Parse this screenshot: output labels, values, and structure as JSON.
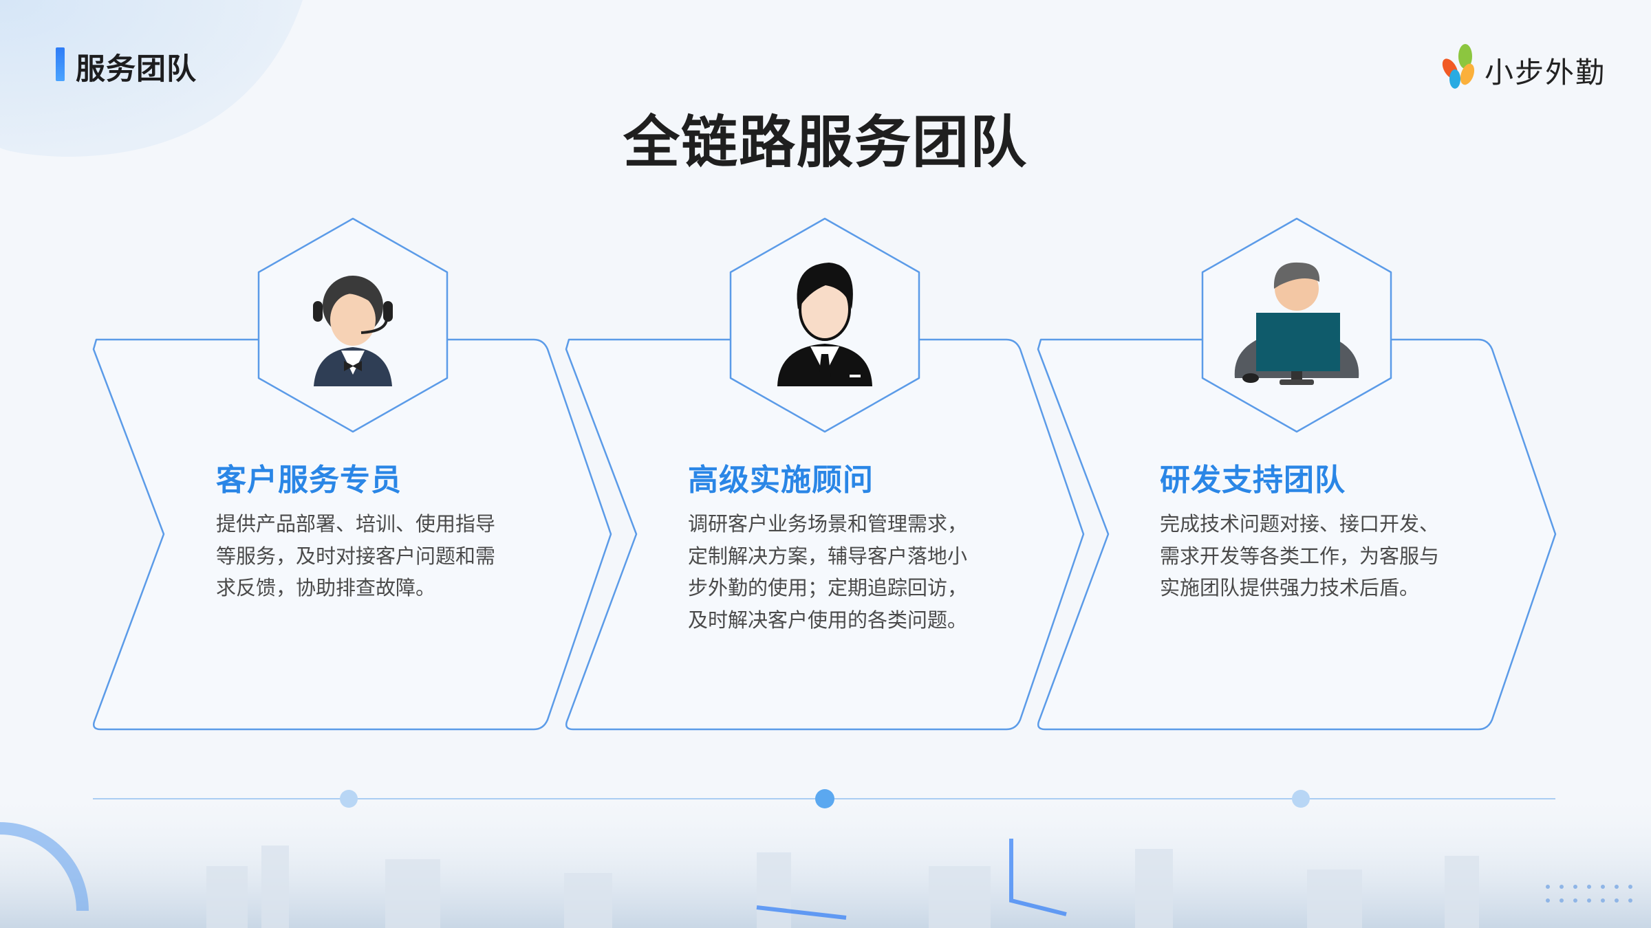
{
  "section_title": "服务团队",
  "logo": {
    "text": "小步外勤"
  },
  "main_title": "全链路服务团队",
  "colors": {
    "accent": "#2a86e6",
    "card_stroke": "#5b9be8",
    "timeline": "#a9cdf3"
  },
  "cards": [
    {
      "icon": "customer-service-agent-icon",
      "title": "客户服务专员",
      "lines": [
        "提供产品部署、培训、使用指导",
        "等服务，及时对接客户问题和需",
        "求反馈，协助排查故障。"
      ]
    },
    {
      "icon": "consultant-icon",
      "title": "高级实施顾问",
      "lines": [
        "调研客户业务场景和管理需求，",
        "定制解决方案，辅导客户落地小",
        "步外勤的使用；定期追踪回访，",
        "及时解决客户使用的各类问题。"
      ]
    },
    {
      "icon": "developer-icon",
      "title": "研发支持团队",
      "lines": [
        "完成技术问题对接、接口开发、",
        "需求开发等各类工作，为客服与",
        "实施团队提供强力技术后盾。"
      ]
    }
  ]
}
